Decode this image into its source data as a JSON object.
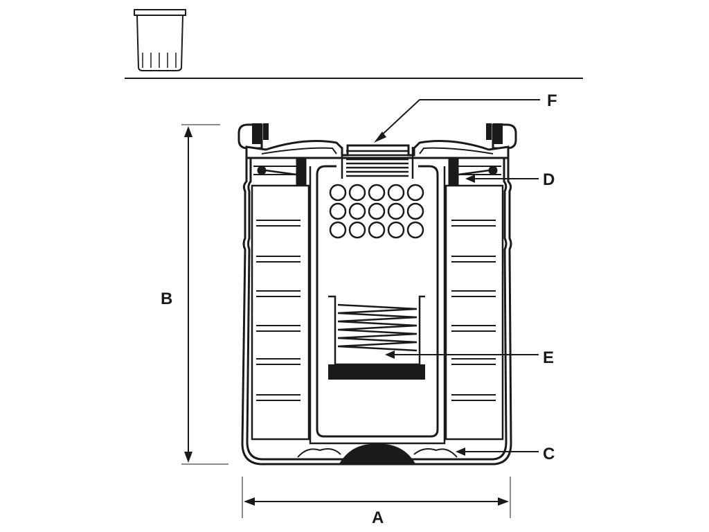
{
  "labels": {
    "a": "A",
    "b": "B",
    "c": "C",
    "d": "D",
    "e": "E",
    "f": "F"
  },
  "colors": {
    "ink": "#1a1a1a",
    "paper": "#ffffff"
  }
}
